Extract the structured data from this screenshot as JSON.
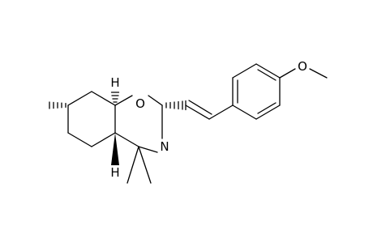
{
  "molecule": {
    "atoms": {
      "oxygen_ring": "O",
      "nitrogen_ring": "N",
      "hydrogen_8a": "H",
      "hydrogen_4a": "H",
      "oxygen_methoxy": "O"
    }
  },
  "colors": {
    "background": "#ffffff",
    "ink": "#000000"
  }
}
